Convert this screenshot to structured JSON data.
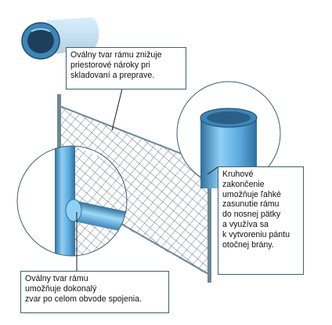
{
  "colors": {
    "frame_blue": "#5aa9de",
    "frame_dark": "#2f6f9c",
    "pole_gray": "#6d8796",
    "mesh": "#3b4a58",
    "callout_border": "#3c5f74",
    "text": "#111111"
  },
  "callouts": {
    "oval": {
      "lines": [
        "Oválny tvar rámu znižuje",
        "priestorové nároky pri",
        "skladovaní a preprave."
      ]
    },
    "round": {
      "lines": [
        "Kruhové",
        "zakončenie",
        "umožňuje ľahké",
        "zasunutie rámu",
        "do nosnej pätky",
        "a využíva sa",
        "k vytvoreniu pántu",
        "otočnej brány."
      ]
    },
    "weld": {
      "lines": [
        "Oválny tvar rámu",
        "umožňuje dokonalý",
        "zvar po celom obvode spojenia."
      ]
    }
  }
}
